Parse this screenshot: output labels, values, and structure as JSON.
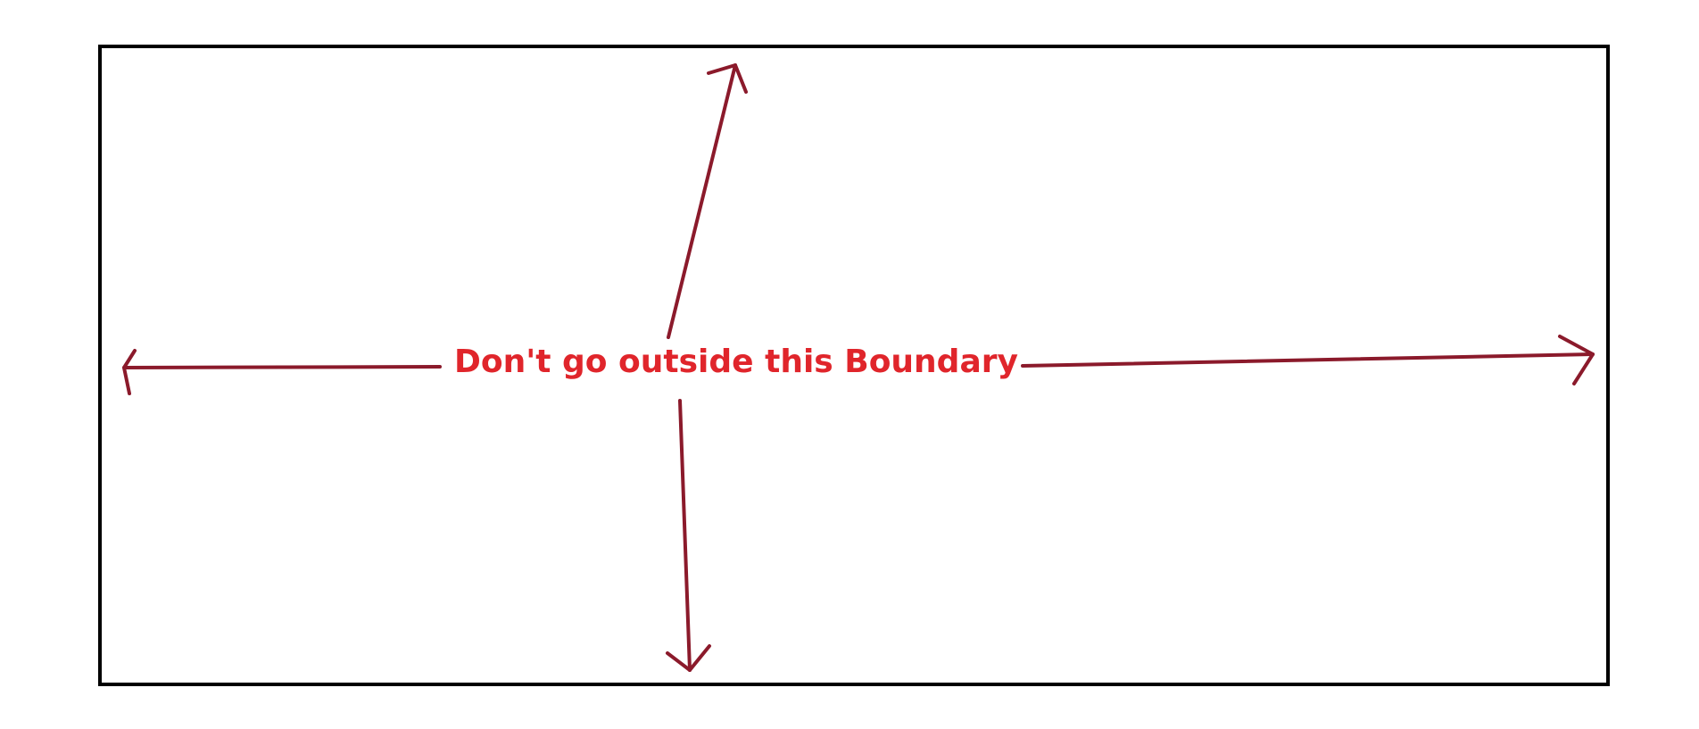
{
  "diagram": {
    "label": "Don't go outside this Boundary",
    "colors": {
      "border": "#000000",
      "arrow": "#8b1a2b",
      "label": "#e0252b"
    },
    "arrows": {
      "up": "up-arrow",
      "down": "down-arrow",
      "left": "left-arrow",
      "right": "right-arrow"
    }
  }
}
